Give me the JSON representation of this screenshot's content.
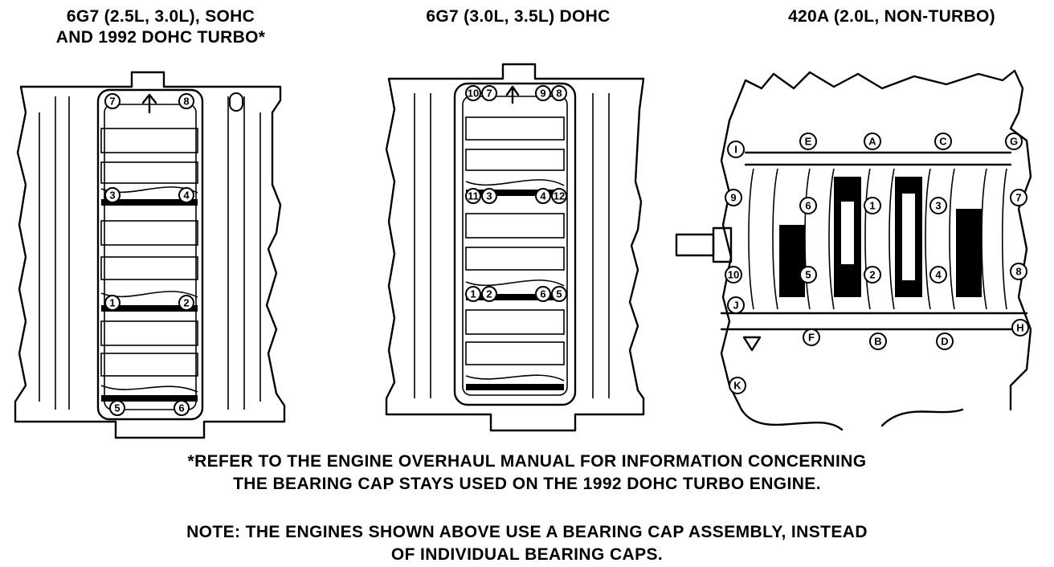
{
  "titles": {
    "left_line1": "6G7 (2.5L, 3.0L), SOHC",
    "left_line2": "AND 1992 DOHC TURBO*",
    "middle": "6G7 (3.0L, 3.5L) DOHC",
    "right": "420A (2.0L, NON-TURBO)"
  },
  "notes": {
    "refer_line1": "*REFER TO THE ENGINE OVERHAUL MANUAL FOR INFORMATION CONCERNING",
    "refer_line2": "THE BEARING CAP STAYS USED ON THE 1992 DOHC TURBO ENGINE.",
    "note_line1": "NOTE: THE ENGINES SHOWN ABOVE USE A BEARING CAP ASSEMBLY, INSTEAD",
    "note_line2": "OF INDIVIDUAL BEARING CAPS."
  },
  "left_bolt_labels": [
    "7",
    "8",
    "3",
    "4",
    "1",
    "2",
    "5",
    "6"
  ],
  "middle_bolt_labels": [
    "10",
    "7",
    "9",
    "8",
    "11",
    "3",
    "4",
    "12",
    "1",
    "2",
    "6",
    "5"
  ],
  "right_numbers": [
    "1",
    "2",
    "3",
    "4",
    "5",
    "6",
    "7",
    "8",
    "9",
    "10"
  ],
  "right_letters": [
    "A",
    "B",
    "C",
    "D",
    "E",
    "F",
    "G",
    "H",
    "I",
    "J",
    "K"
  ]
}
